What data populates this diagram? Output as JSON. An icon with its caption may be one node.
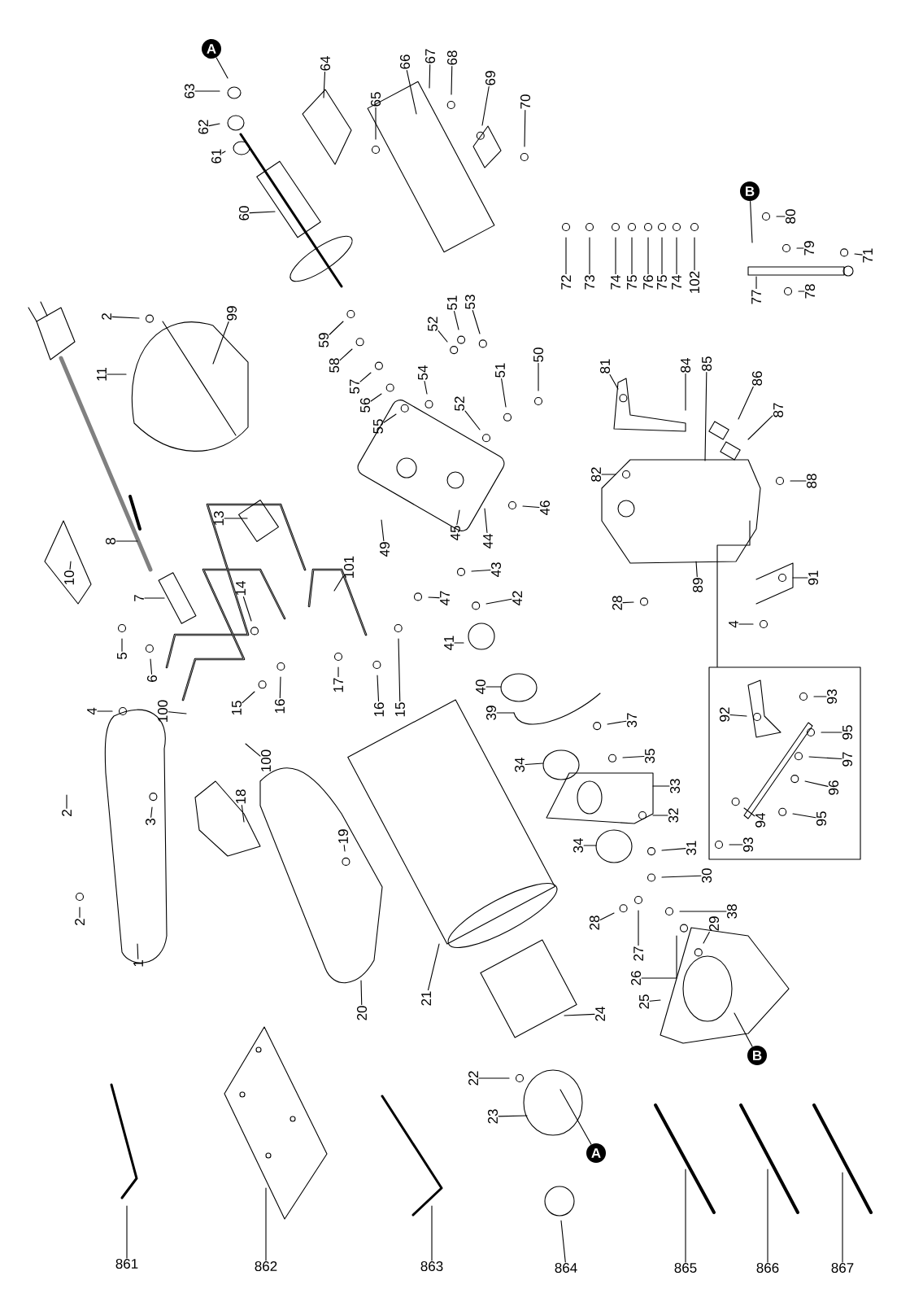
{
  "diagram": {
    "nodes": [
      {
        "text": [
          "A"
        ]
      },
      {
        "text": [
          "64"
        ]
      },
      {
        "text": [
          "66"
        ]
      },
      {
        "text": [
          "67"
        ]
      },
      {
        "text": [
          "68"
        ]
      },
      {
        "text": [
          "69"
        ]
      },
      {
        "text": [
          "63"
        ]
      },
      {
        "text": [
          "65"
        ]
      },
      {
        "text": [
          "70"
        ]
      },
      {
        "text": [
          "62"
        ]
      },
      {
        "text": [
          "61"
        ]
      },
      {
        "text": [
          "B"
        ]
      },
      {
        "text": [
          "60"
        ]
      },
      {
        "text": [
          "80"
        ]
      },
      {
        "text": [
          "79"
        ]
      },
      {
        "text": [
          "71"
        ]
      },
      {
        "text": [
          "72"
        ]
      },
      {
        "text": [
          "73"
        ]
      },
      {
        "text": [
          "74"
        ]
      },
      {
        "text": [
          "75"
        ]
      },
      {
        "text": [
          "76"
        ]
      },
      {
        "text": [
          "75"
        ]
      },
      {
        "text": [
          "74"
        ]
      },
      {
        "text": [
          "102"
        ]
      },
      {
        "text": [
          "77"
        ]
      },
      {
        "text": [
          "78"
        ]
      },
      {
        "text": [
          "2"
        ]
      },
      {
        "text": [
          "99"
        ]
      },
      {
        "text": [
          "11"
        ]
      },
      {
        "text": [
          "59"
        ]
      },
      {
        "text": [
          "58"
        ]
      },
      {
        "text": [
          "57"
        ]
      },
      {
        "text": [
          "56"
        ]
      },
      {
        "text": [
          "55"
        ]
      },
      {
        "text": [
          "54"
        ]
      },
      {
        "text": [
          "52"
        ]
      },
      {
        "text": [
          "51"
        ]
      },
      {
        "text": [
          "53"
        ]
      },
      {
        "text": [
          "52"
        ]
      },
      {
        "text": [
          "51"
        ]
      },
      {
        "text": [
          "50"
        ]
      },
      {
        "text": [
          "81"
        ]
      },
      {
        "text": [
          "84"
        ]
      },
      {
        "text": [
          "85"
        ]
      },
      {
        "text": [
          "86"
        ]
      },
      {
        "text": [
          "87"
        ]
      },
      {
        "text": [
          "82"
        ]
      },
      {
        "text": [
          "88"
        ]
      },
      {
        "text": [
          "46"
        ]
      },
      {
        "text": [
          "45"
        ]
      },
      {
        "text": [
          "44"
        ]
      },
      {
        "text": [
          "43"
        ]
      },
      {
        "text": [
          "49"
        ]
      },
      {
        "text": [
          "13"
        ]
      },
      {
        "text": [
          "8"
        ]
      },
      {
        "text": [
          "10"
        ]
      },
      {
        "text": [
          "101"
        ]
      },
      {
        "text": [
          "14"
        ]
      },
      {
        "text": [
          "7"
        ]
      },
      {
        "text": [
          "47"
        ]
      },
      {
        "text": [
          "89"
        ]
      },
      {
        "text": [
          "91"
        ]
      },
      {
        "text": [
          "42"
        ]
      },
      {
        "text": [
          "28"
        ]
      },
      {
        "text": [
          "4"
        ]
      },
      {
        "text": [
          "41"
        ]
      },
      {
        "text": [
          "5"
        ]
      },
      {
        "text": [
          "6"
        ]
      },
      {
        "text": [
          "17"
        ]
      },
      {
        "text": [
          "40"
        ]
      },
      {
        "text": [
          "15"
        ]
      },
      {
        "text": [
          "16"
        ]
      },
      {
        "text": [
          "16"
        ]
      },
      {
        "text": [
          "15"
        ]
      },
      {
        "text": [
          "4"
        ]
      },
      {
        "text": [
          "100"
        ]
      },
      {
        "text": [
          "39"
        ]
      },
      {
        "text": [
          "37"
        ]
      },
      {
        "text": [],
        "shape": "box"
      },
      {
        "text": [
          "92"
        ],
        "in": 78
      },
      {
        "text": [
          "93"
        ],
        "in": 78
      },
      {
        "text": [
          "95"
        ],
        "in": 78
      },
      {
        "text": [
          "97"
        ],
        "in": 78
      },
      {
        "text": [
          "96"
        ],
        "in": 78
      },
      {
        "text": [
          "95"
        ],
        "in": 78
      },
      {
        "text": [
          "94"
        ],
        "in": 78
      },
      {
        "text": [
          "93"
        ],
        "in": 78
      },
      {
        "text": [
          "100"
        ]
      },
      {
        "text": [
          "34"
        ]
      },
      {
        "text": [
          "35"
        ]
      },
      {
        "text": [
          "33"
        ]
      },
      {
        "text": [
          "18"
        ]
      },
      {
        "text": [
          "2"
        ]
      },
      {
        "text": [
          "32"
        ]
      },
      {
        "text": [
          "3"
        ]
      },
      {
        "text": [
          "19"
        ]
      },
      {
        "text": [
          "34"
        ]
      },
      {
        "text": [
          "31"
        ]
      },
      {
        "text": [
          "30"
        ]
      },
      {
        "text": [
          "38"
        ]
      },
      {
        "text": [
          "2"
        ]
      },
      {
        "text": [
          "28"
        ]
      },
      {
        "text": [
          "29"
        ]
      },
      {
        "text": [
          "27"
        ]
      },
      {
        "text": [
          "1"
        ]
      },
      {
        "text": [
          "26"
        ]
      },
      {
        "text": [
          "21"
        ]
      },
      {
        "text": [
          "25"
        ]
      },
      {
        "text": [
          "20"
        ]
      },
      {
        "text": [
          "24"
        ]
      },
      {
        "text": [
          "B"
        ]
      },
      {
        "text": [
          "22"
        ]
      },
      {
        "text": [
          "23"
        ]
      },
      {
        "text": [
          "A"
        ]
      },
      {
        "text": [
          "861"
        ]
      },
      {
        "text": [
          "862"
        ]
      },
      {
        "text": [
          "863"
        ]
      },
      {
        "text": [
          "864"
        ]
      },
      {
        "text": [
          "865"
        ]
      },
      {
        "text": [
          "866"
        ]
      },
      {
        "text": [
          "867"
        ]
      }
    ],
    "edges": [
      {
        "from": 0,
        "to": null,
        "arrow": "none"
      },
      {
        "from": 1,
        "to": null,
        "arrow": "none"
      },
      {
        "from": 2,
        "to": null,
        "arrow": "none"
      },
      {
        "from": 3,
        "to": null,
        "arrow": "none"
      },
      {
        "from": 4,
        "to": null,
        "arrow": "none"
      },
      {
        "from": 5,
        "to": null,
        "arrow": "none"
      },
      {
        "from": 6,
        "to": null,
        "arrow": "none"
      },
      {
        "from": 7,
        "to": null,
        "arrow": "none"
      },
      {
        "from": 8,
        "to": null,
        "arrow": "none"
      },
      {
        "from": 9,
        "to": null,
        "arrow": "none"
      },
      {
        "from": 10,
        "to": null,
        "arrow": "none"
      },
      {
        "from": 11,
        "to": null,
        "arrow": "none"
      },
      {
        "from": 12,
        "to": null,
        "arrow": "none"
      },
      {
        "from": 13,
        "to": null,
        "arrow": "none"
      },
      {
        "from": 14,
        "to": null,
        "arrow": "none"
      },
      {
        "from": 15,
        "to": null,
        "arrow": "none"
      },
      {
        "from": 16,
        "to": null,
        "arrow": "none"
      },
      {
        "from": 17,
        "to": null,
        "arrow": "none"
      },
      {
        "from": 18,
        "to": null,
        "arrow": "none"
      },
      {
        "from": 19,
        "to": null,
        "arrow": "none"
      },
      {
        "from": 20,
        "to": null,
        "arrow": "none"
      },
      {
        "from": 21,
        "to": null,
        "arrow": "none"
      },
      {
        "from": 22,
        "to": null,
        "arrow": "none"
      },
      {
        "from": 23,
        "to": null,
        "arrow": "none"
      },
      {
        "from": 24,
        "to": null,
        "arrow": "none"
      },
      {
        "from": 25,
        "to": null,
        "arrow": "none"
      },
      {
        "from": 26,
        "to": null,
        "arrow": "none"
      },
      {
        "from": 27,
        "to": null,
        "arrow": "none"
      },
      {
        "from": 28,
        "to": null,
        "arrow": "none"
      },
      {
        "from": 29,
        "to": null,
        "arrow": "none"
      },
      {
        "from": 30,
        "to": null,
        "arrow": "none"
      },
      {
        "from": 31,
        "to": null,
        "arrow": "none"
      },
      {
        "from": 32,
        "to": null,
        "arrow": "none"
      },
      {
        "from": 33,
        "to": null,
        "arrow": "none"
      },
      {
        "from": 34,
        "to": null,
        "arrow": "none"
      },
      {
        "from": 35,
        "to": null,
        "arrow": "none"
      },
      {
        "from": 36,
        "to": null,
        "arrow": "none"
      },
      {
        "from": 37,
        "to": null,
        "arrow": "none"
      },
      {
        "from": 38,
        "to": null,
        "arrow": "none"
      },
      {
        "from": 39,
        "to": null,
        "arrow": "none"
      },
      {
        "from": 40,
        "to": null,
        "arrow": "none"
      },
      {
        "from": 41,
        "to": null,
        "arrow": "none"
      },
      {
        "from": 42,
        "to": null,
        "arrow": "none"
      },
      {
        "from": 43,
        "to": null,
        "arrow": "none"
      },
      {
        "from": 44,
        "to": null,
        "arrow": "none"
      },
      {
        "from": 45,
        "to": null,
        "arrow": "none"
      },
      {
        "from": 46,
        "to": null,
        "arrow": "none"
      },
      {
        "from": 47,
        "to": null,
        "arrow": "none"
      },
      {
        "from": 48,
        "to": null,
        "arrow": "none"
      },
      {
        "from": 49,
        "to": null,
        "arrow": "none"
      },
      {
        "from": 50,
        "to": null,
        "arrow": "none"
      },
      {
        "from": 51,
        "to": null,
        "arrow": "none"
      },
      {
        "from": 52,
        "to": null,
        "arrow": "none"
      },
      {
        "from": 53,
        "to": null,
        "arrow": "none"
      },
      {
        "from": 54,
        "to": null,
        "arrow": "none"
      },
      {
        "from": 55,
        "to": null,
        "arrow": "none"
      },
      {
        "from": 56,
        "to": null,
        "arrow": "none"
      },
      {
        "from": 57,
        "to": null,
        "arrow": "none"
      },
      {
        "from": 58,
        "to": null,
        "arrow": "none"
      },
      {
        "from": 59,
        "to": null,
        "arrow": "none"
      },
      {
        "from": 60,
        "to": null,
        "arrow": "none"
      },
      {
        "from": 61,
        "to": null,
        "arrow": "none"
      },
      {
        "from": 62,
        "to": null,
        "arrow": "none"
      },
      {
        "from": 63,
        "to": null,
        "arrow": "none"
      },
      {
        "from": 64,
        "to": null,
        "arrow": "none"
      },
      {
        "from": 65,
        "to": null,
        "arrow": "none"
      },
      {
        "from": 66,
        "to": null,
        "arrow": "none"
      },
      {
        "from": 67,
        "to": null,
        "arrow": "none"
      },
      {
        "from": 68,
        "to": null,
        "arrow": "none"
      },
      {
        "from": 69,
        "to": null,
        "arrow": "none"
      },
      {
        "from": 70,
        "to": null,
        "arrow": "none"
      },
      {
        "from": 71,
        "to": null,
        "arrow": "none"
      },
      {
        "from": 72,
        "to": null,
        "arrow": "none"
      },
      {
        "from": 73,
        "to": null,
        "arrow": "none"
      },
      {
        "from": 74,
        "to": null,
        "arrow": "none"
      },
      {
        "from": 75,
        "to": null,
        "arrow": "none"
      },
      {
        "from": 76,
        "to": null,
        "arrow": "none"
      },
      {
        "from": 77,
        "to": null,
        "arrow": "none"
      },
      {
        "from": null,
        "to": 78,
        "arrow": "none"
      },
      {
        "from": 79,
        "to": null,
        "arrow": "none"
      },
      {
        "from": 80,
        "to": null,
        "arrow": "none"
      },
      {
        "from": 81,
        "to": null,
        "arrow": "none"
      },
      {
        "from": 82,
        "to": null,
        "arrow": "none"
      },
      {
        "from": 83,
        "to": null,
        "arrow": "none"
      },
      {
        "from": 84,
        "to": null,
        "arrow": "none"
      },
      {
        "from": 85,
        "to": null,
        "arrow": "none"
      },
      {
        "from": 86,
        "to": null,
        "arrow": "none"
      },
      {
        "from": 87,
        "to": null,
        "arrow": "none"
      },
      {
        "from": 88,
        "to": null,
        "arrow": "none"
      },
      {
        "from": 89,
        "to": null,
        "arrow": "none"
      },
      {
        "from": 90,
        "to": null,
        "arrow": "none"
      },
      {
        "from": 91,
        "to": null,
        "arrow": "none"
      },
      {
        "from": 92,
        "to": null,
        "arrow": "none"
      },
      {
        "from": 93,
        "to": null,
        "arrow": "none"
      },
      {
        "from": 94,
        "to": null,
        "arrow": "none"
      },
      {
        "from": 95,
        "to": null,
        "arrow": "none"
      },
      {
        "from": 96,
        "to": null,
        "arrow": "none"
      },
      {
        "from": 97,
        "to": null,
        "arrow": "none"
      },
      {
        "from": 98,
        "to": null,
        "arrow": "none"
      },
      {
        "from": 99,
        "to": null,
        "arrow": "none"
      },
      {
        "from": 100,
        "to": null,
        "arrow": "none"
      },
      {
        "from": 101,
        "to": null,
        "arrow": "none"
      },
      {
        "from": 102,
        "to": null,
        "arrow": "none"
      },
      {
        "from": 103,
        "to": null,
        "arrow": "none"
      },
      {
        "from": 104,
        "to": null,
        "arrow": "none"
      },
      {
        "from": 105,
        "to": null,
        "arrow": "none"
      },
      {
        "from": 106,
        "to": null,
        "arrow": "none"
      },
      {
        "from": 107,
        "to": null,
        "arrow": "none"
      },
      {
        "from": 108,
        "to": null,
        "arrow": "none"
      },
      {
        "from": 109,
        "to": null,
        "arrow": "none"
      },
      {
        "from": 110,
        "to": null,
        "arrow": "none"
      },
      {
        "from": 111,
        "to": null,
        "arrow": "none"
      },
      {
        "from": 112,
        "to": null,
        "arrow": "none"
      },
      {
        "from": 113,
        "to": null,
        "arrow": "none"
      },
      {
        "from": 114,
        "to": null,
        "arrow": "none"
      },
      {
        "from": 115,
        "to": null,
        "arrow": "none"
      },
      {
        "from": 116,
        "to": null,
        "arrow": "none"
      },
      {
        "from": 117,
        "to": null,
        "arrow": "none"
      },
      {
        "from": 118,
        "to": null,
        "arrow": "none"
      },
      {
        "from": 119,
        "to": null,
        "arrow": "none"
      },
      {
        "from": 120,
        "to": null,
        "arrow": "none"
      }
    ]
  }
}
